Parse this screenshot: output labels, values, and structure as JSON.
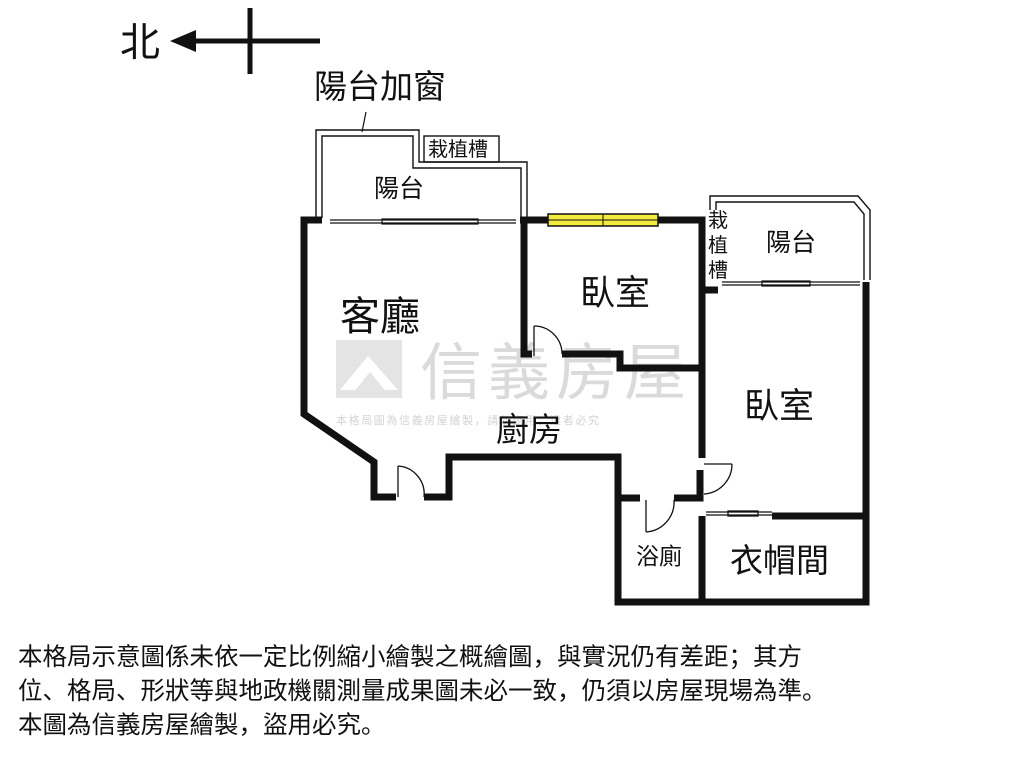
{
  "compass": {
    "label": "北"
  },
  "rooms": {
    "balcony_window": "陽台加窗",
    "planter_top": "栽植槽",
    "balcony_top": "陽台",
    "living_room": "客廳",
    "bedroom_1": "臥室",
    "planter_side": [
      "栽",
      "植",
      "槽"
    ],
    "balcony_right": "陽台",
    "bedroom_2": "臥室",
    "kitchen": "廚房",
    "bathroom": "浴廁",
    "closet": "衣帽間"
  },
  "watermark": {
    "brand": "信義房屋",
    "notice": "本格局圖為信義房屋繪製，請勿盜用，違者必究"
  },
  "disclaimer": {
    "lines": [
      "本格局示意圖係未依一定比例縮小繪製之概繪圖，與實況仍有差距；其方",
      "位、格局、形狀等與地政機關測量成果圖未必一致，仍須以房屋現場為準。",
      "本圖為信義房屋繪製，盜用必究。"
    ]
  },
  "colors": {
    "wall": "#111111",
    "window_highlight": "#f2ea3c",
    "watermark": "#c9c9c9"
  }
}
